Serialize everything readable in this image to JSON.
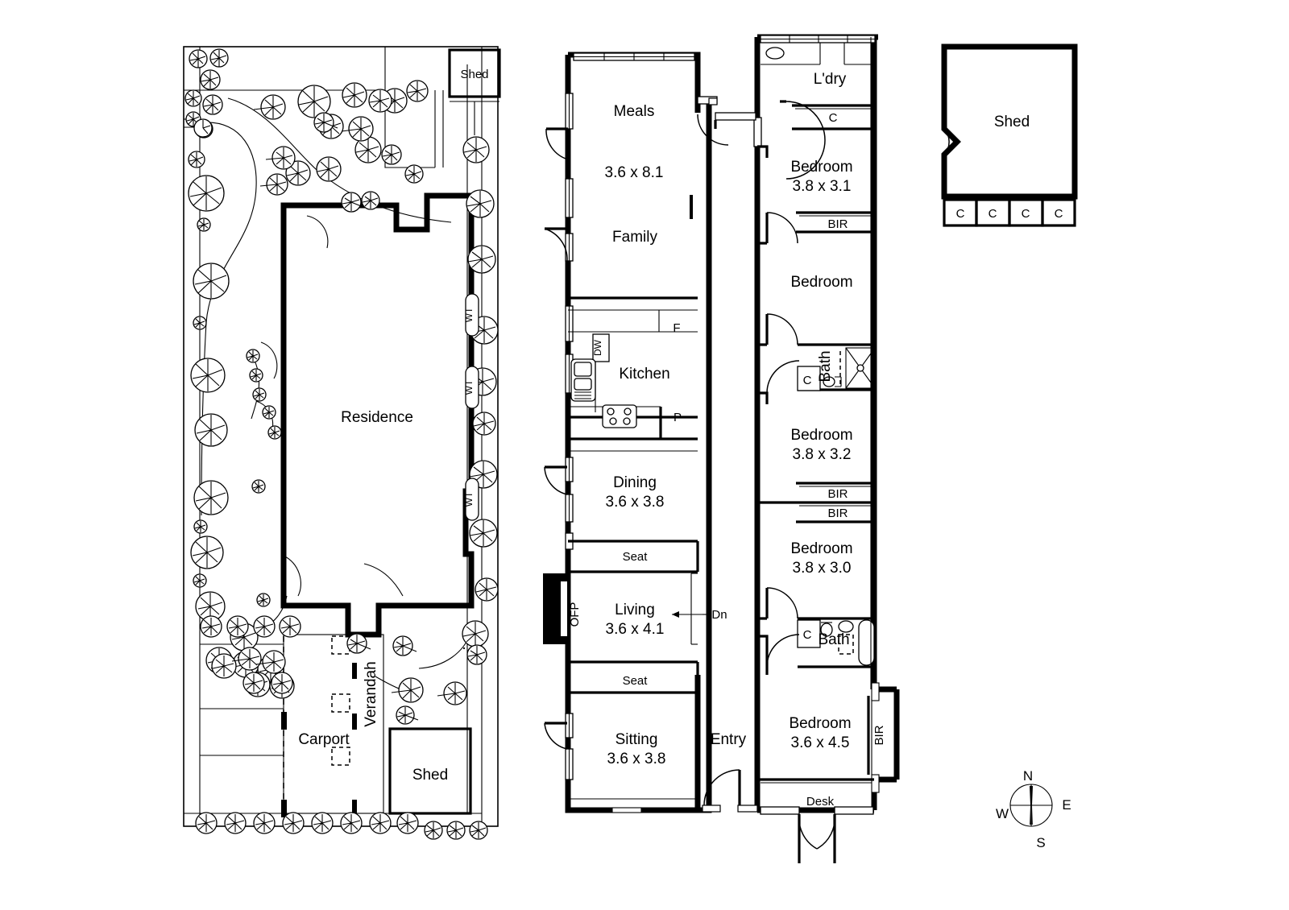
{
  "document": {
    "type": "real-estate-floorplan",
    "panels": [
      "site-plan",
      "residence-floor-plan",
      "detached-shed-plan",
      "compass-rose"
    ]
  },
  "site_plan": {
    "title": "Residence",
    "labels": {
      "residence": "Residence",
      "verandah": "Verandah",
      "carport": "Carport",
      "shed_top": "Shed",
      "shed_bottom": "Shed",
      "water_tank": "WT"
    },
    "water_tank_count": 3,
    "sheds": 2
  },
  "floor_plan": {
    "rooms": [
      {
        "name": "Meals",
        "label": "Meals",
        "dims": "3.6 x 8.1"
      },
      {
        "name": "Family",
        "label": "Family",
        "dims": ""
      },
      {
        "name": "Kitchen",
        "label": "Kitchen",
        "dims": ""
      },
      {
        "name": "Dining",
        "label": "Dining",
        "dims": "3.6 x 3.8"
      },
      {
        "name": "Living",
        "label": "Living",
        "dims": "3.6 x 4.1"
      },
      {
        "name": "Sitting",
        "label": "Sitting",
        "dims": "3.6 x 3.8"
      },
      {
        "name": "Entry",
        "label": "Entry",
        "dims": ""
      },
      {
        "name": "Laundry",
        "label": "L'dry",
        "dims": ""
      },
      {
        "name": "Bedroom1",
        "label": "Bedroom",
        "dims": "3.8 x 3.1"
      },
      {
        "name": "Bedroom2",
        "label": "Bedroom",
        "dims": ""
      },
      {
        "name": "Bathroom1",
        "label": "Bath",
        "dims": ""
      },
      {
        "name": "Bedroom3",
        "label": "Bedroom",
        "dims": "3.8 x 3.2"
      },
      {
        "name": "Bedroom4",
        "label": "Bedroom",
        "dims": "3.8 x 3.0"
      },
      {
        "name": "Bathroom2",
        "label": "Bath",
        "dims": ""
      },
      {
        "name": "Bedroom5",
        "label": "Bedroom",
        "dims": "3.6 x 4.5"
      }
    ],
    "fixtures": {
      "fireplace": "OFP",
      "dishwasher": "DW",
      "fridge": "F",
      "pantry": "P",
      "cupboard": "C",
      "built_in_robe": "BIR",
      "seat": "Seat",
      "desk": "Desk",
      "stairs_down": "Dn"
    },
    "seat_count": 2,
    "bir_count": 4,
    "cupboard_count": 3
  },
  "detached_shed": {
    "label": "Shed",
    "cupboards": [
      "C",
      "C",
      "C",
      "C"
    ]
  },
  "compass": {
    "north": "N",
    "south": "S",
    "east": "E",
    "west": "W"
  },
  "colors": {
    "wall": "#000000",
    "background": "#ffffff",
    "fireplace_fill": "#000000"
  }
}
